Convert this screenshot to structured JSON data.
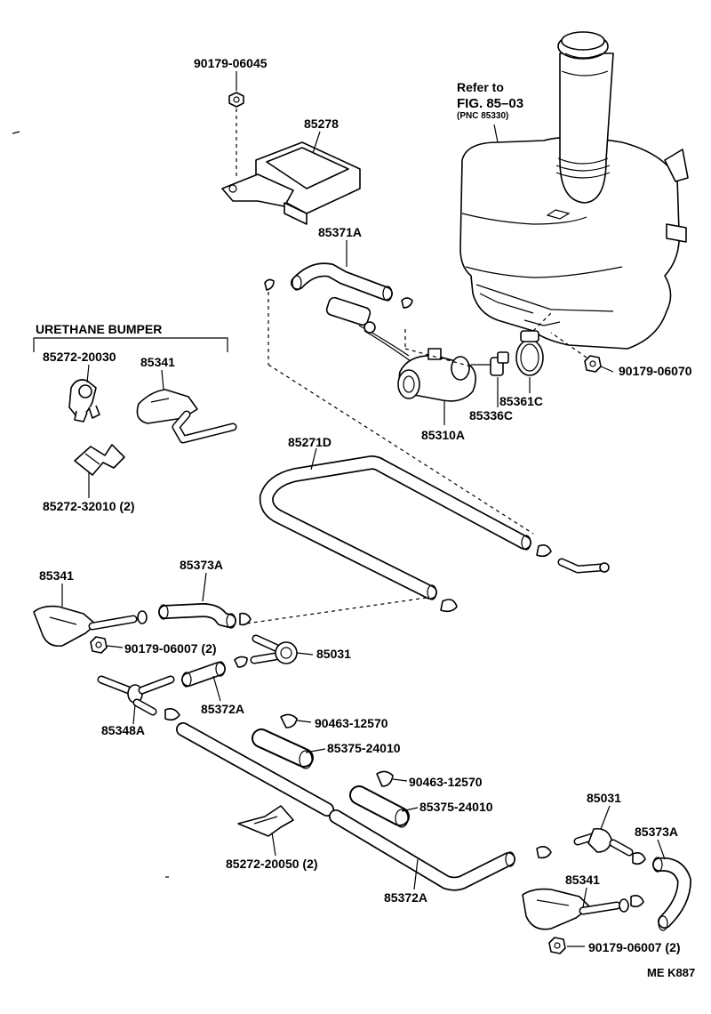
{
  "labels": {
    "p90179_06045": "90179-06045",
    "p85278": "85278",
    "refer_line1": "Refer to",
    "refer_line2": "FIG. 85–03",
    "refer_line3": "(PNC 85330)",
    "p85371A": "85371A",
    "urethane_bumper": "URETHANE BUMPER",
    "p85272_20030": "85272-20030",
    "p85341_top": "85341",
    "p85310A": "85310A",
    "p85336C": "85336C",
    "p85361C": "85361C",
    "p90179_06070": "90179-06070",
    "p85271D": "85271D",
    "p85272_32010": "85272-32010 (2)",
    "p85341_mid": "85341",
    "p85373A_mid": "85373A",
    "p90179_06007_mid": "90179-06007 (2)",
    "p85031_mid": "85031",
    "p85348A": "85348A",
    "p85372A_mid": "85372A",
    "p90463_12570_a": "90463-12570",
    "p85375_24010_a": "85375-24010",
    "p90463_12570_b": "90463-12570",
    "p85375_24010_b": "85375-24010",
    "p85031_right": "85031",
    "p85373A_right": "85373A",
    "p85272_20050": "85272-20050 (2)",
    "p85372A_bottom": "85372A",
    "p85341_right": "85341",
    "p90179_06007_right": "90179-06007 (2)",
    "drawing_code": "ME K887"
  }
}
